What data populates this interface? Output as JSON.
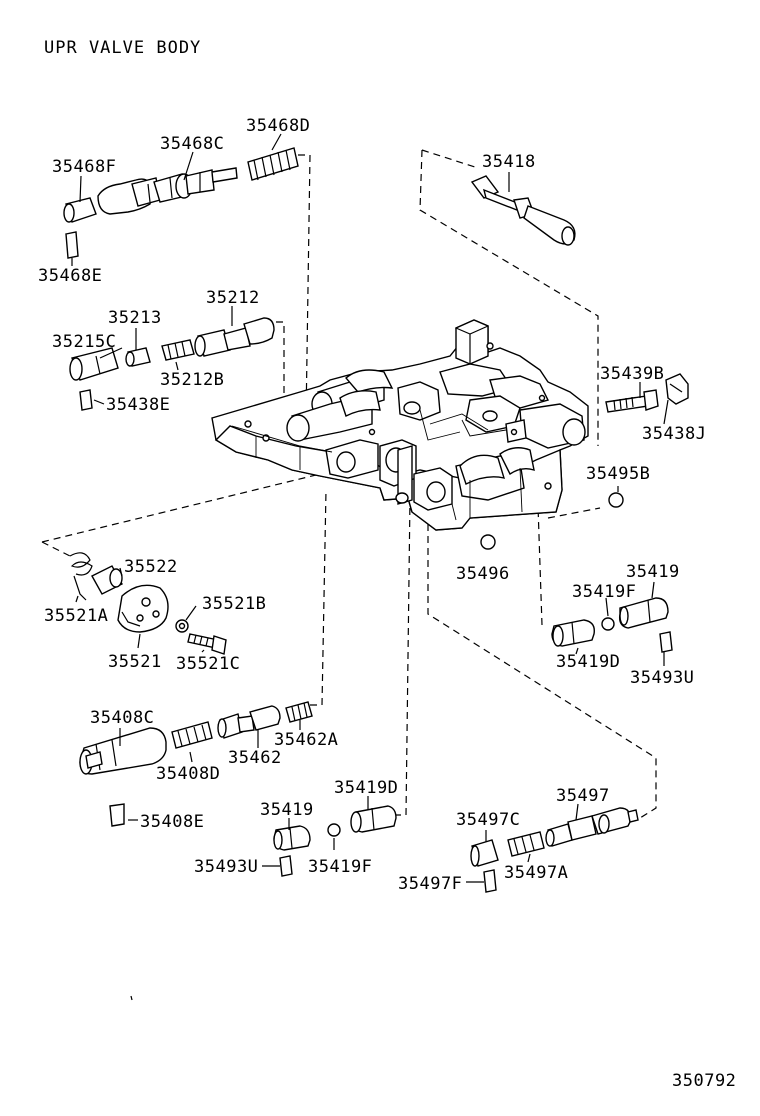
{
  "title": "UPR VALVE BODY",
  "figure_number": "350792",
  "labels": {
    "p35468D": "35468D",
    "p35468C": "35468C",
    "p35468F": "35468F",
    "p35468E": "35468E",
    "p35418": "35418",
    "p35212": "35212",
    "p35213": "35213",
    "p35215C": "35215C",
    "p35212B": "35212B",
    "p35438E": "35438E",
    "p35439B": "35439B",
    "p35438J": "35438J",
    "p35495B": "35495B",
    "p35496": "35496",
    "p35522": "35522",
    "p35521A": "35521A",
    "p35521B": "35521B",
    "p35521": "35521",
    "p35521C": "35521C",
    "p35419_r": "35419",
    "p35419F_r": "35419F",
    "p35419D_r": "35419D",
    "p35493U_r": "35493U",
    "p35408C": "35408C",
    "p35408D": "35408D",
    "p35462": "35462",
    "p35462A": "35462A",
    "p35408E": "35408E",
    "p35419D_c": "35419D",
    "p35419_c": "35419",
    "p35493U_c": "35493U",
    "p35419F_c": "35419F",
    "p35497": "35497",
    "p35497C": "35497C",
    "p35497A": "35497A",
    "p35497F": "35497F"
  }
}
